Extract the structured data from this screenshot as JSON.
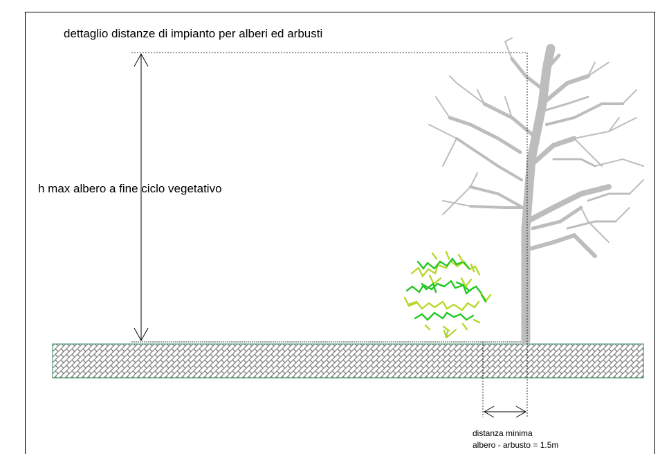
{
  "title": "dettaglio distanze di impianto per alberi ed arbusti",
  "height_label": "h max albero a fine ciclo vegetativo",
  "distance_label": {
    "line1": "distanza minima",
    "line2": "albero - arbusto = 1.5m"
  },
  "colors": {
    "ground_hatch": "#9a9a9a",
    "ground_border": "#2e8b57",
    "tree": "#b8b8b8",
    "shrub_dark": "#22c722",
    "shrub_light": "#b5d92a",
    "lines": "#000000"
  },
  "icons": {
    "tree": "bare-tree-illustration",
    "shrub": "shrub-illustration"
  }
}
